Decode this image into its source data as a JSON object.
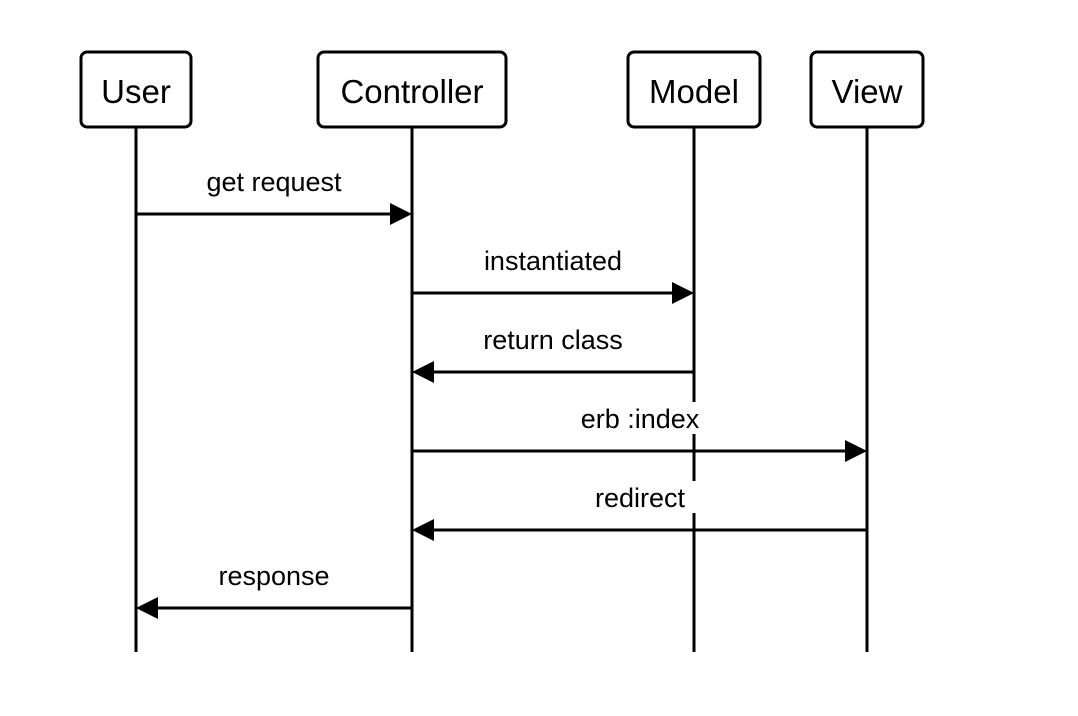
{
  "diagram": {
    "type": "sequence",
    "participants": [
      {
        "id": "user",
        "label": "User"
      },
      {
        "id": "controller",
        "label": "Controller"
      },
      {
        "id": "model",
        "label": "Model"
      },
      {
        "id": "view",
        "label": "View"
      }
    ],
    "messages": [
      {
        "from": "user",
        "to": "controller",
        "label": "get request"
      },
      {
        "from": "controller",
        "to": "model",
        "label": "instantiated"
      },
      {
        "from": "model",
        "to": "controller",
        "label": "return class"
      },
      {
        "from": "controller",
        "to": "view",
        "label": "erb :index"
      },
      {
        "from": "view",
        "to": "controller",
        "label": "redirect"
      },
      {
        "from": "controller",
        "to": "user",
        "label": "response"
      }
    ]
  }
}
